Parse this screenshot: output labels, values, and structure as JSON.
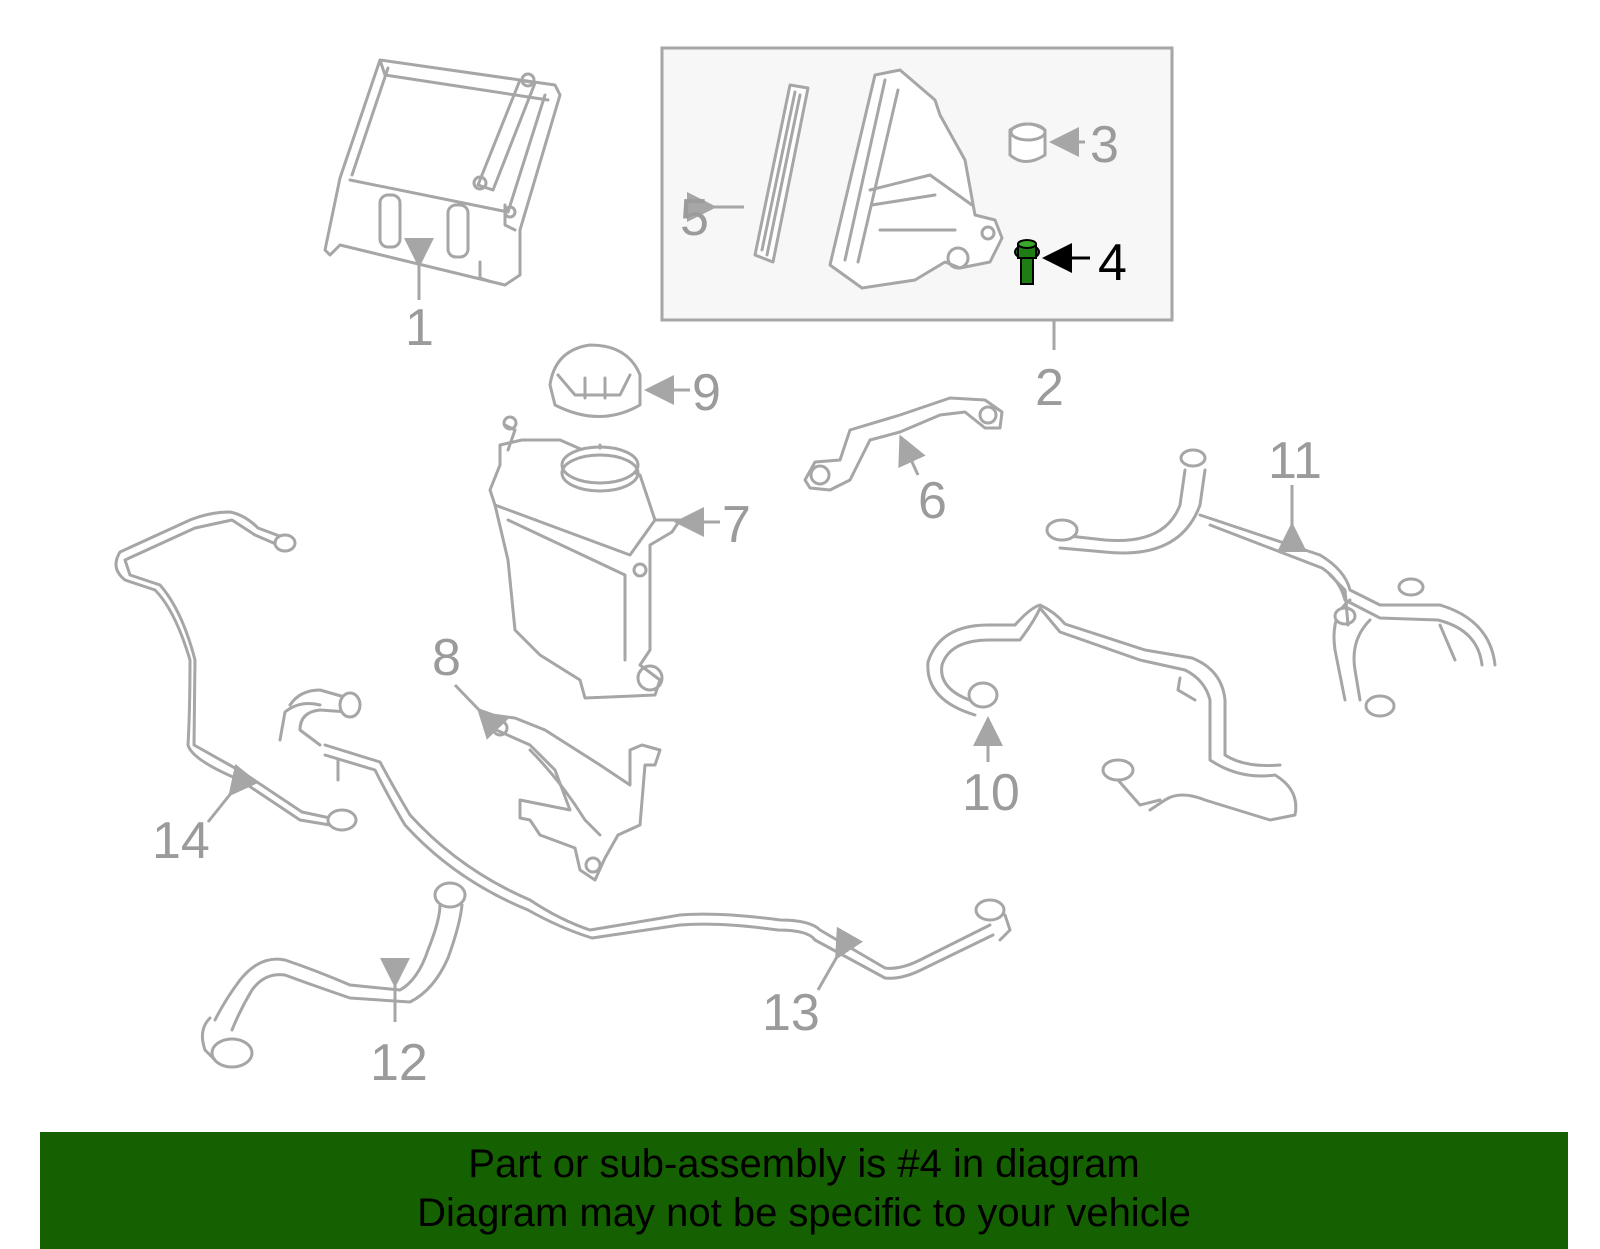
{
  "diagram": {
    "callouts": [
      "1",
      "2",
      "3",
      "4",
      "5",
      "6",
      "7",
      "8",
      "9",
      "10",
      "11",
      "12",
      "13",
      "14"
    ],
    "highlighted_callout": "4",
    "colors": {
      "part_line": "#a6a6a6",
      "callout_text": "#9b9b9b",
      "highlight": "#1e7d14",
      "banner_bg": "#156000"
    }
  },
  "banner": {
    "line1": "Part or sub-assembly is #4 in diagram",
    "line2": "Diagram may not be specific to your vehicle"
  }
}
